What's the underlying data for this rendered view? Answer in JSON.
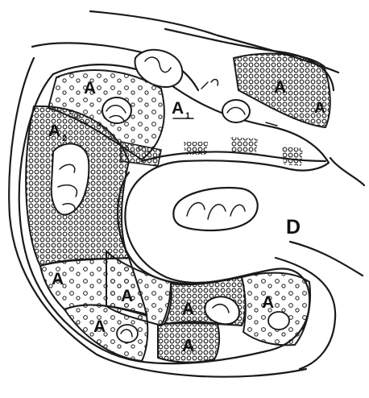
{
  "labels": {
    "A": "A",
    "A1": "A",
    "A1_sub": "1",
    "A2": "A",
    "A2_sub": "2",
    "D": "D"
  },
  "colors": {
    "ink": "#1a1a1a",
    "background": "#ffffff"
  }
}
